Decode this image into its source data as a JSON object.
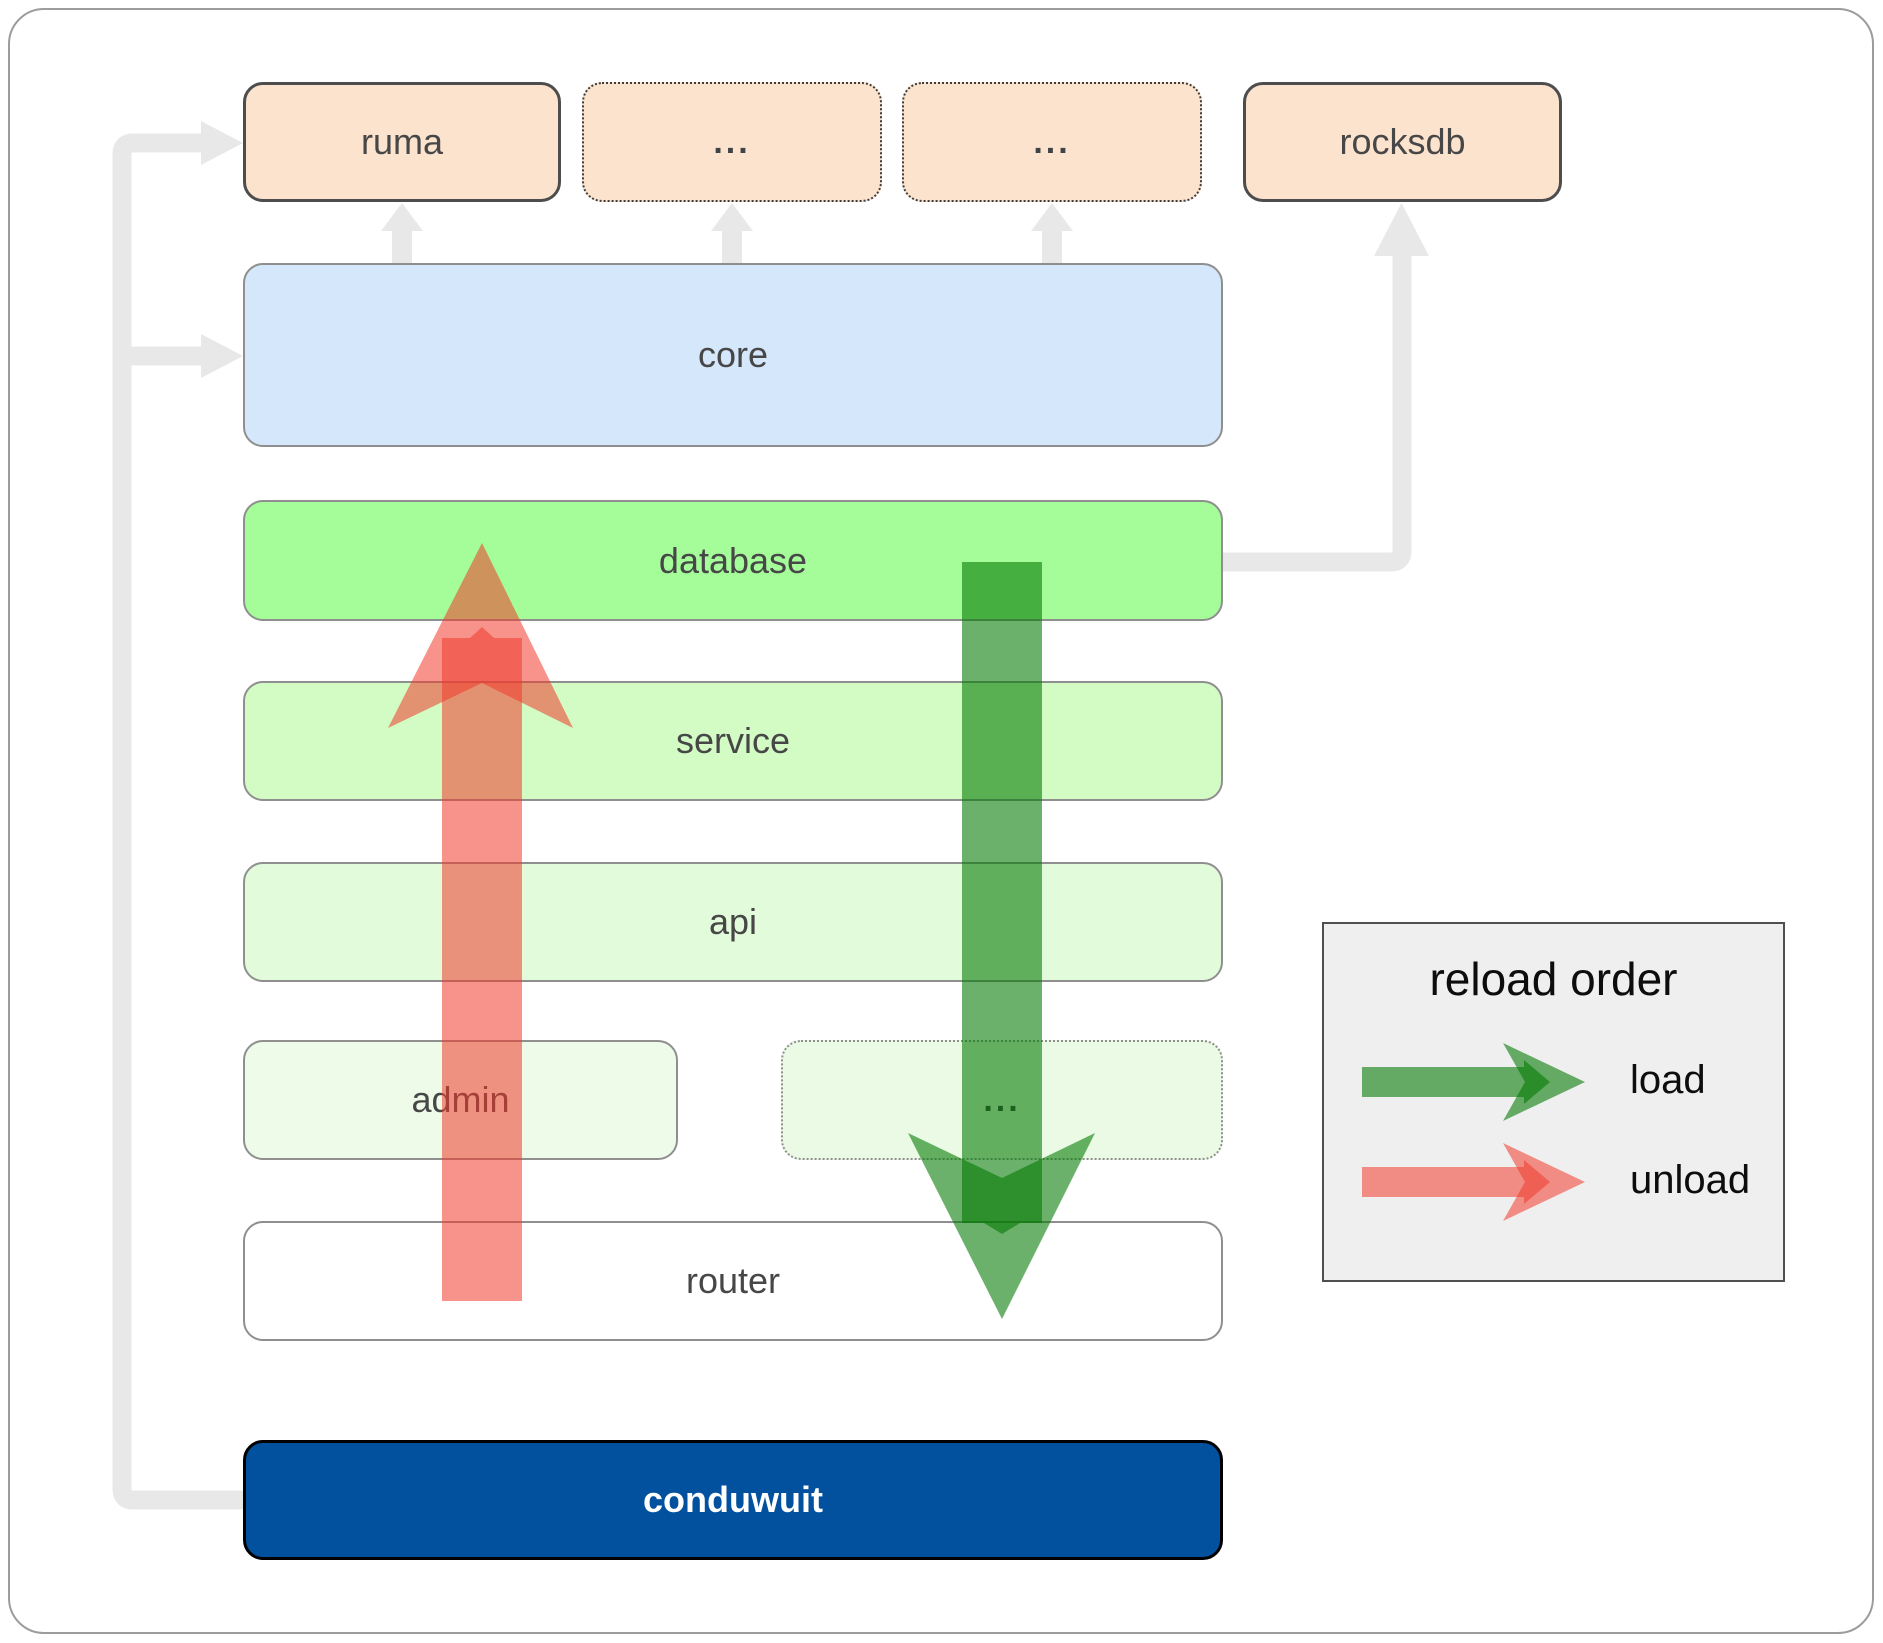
{
  "nodes": {
    "ruma": "ruma",
    "top_dots_1": "...",
    "top_dots_2": "...",
    "rocksdb": "rocksdb",
    "core": "core",
    "database": "database",
    "service": "service",
    "api": "api",
    "admin": "admin",
    "admin_dots": "...",
    "router": "router",
    "conduwuit": "conduwuit"
  },
  "legend": {
    "title": "reload order",
    "load_label": "load",
    "unload_label": "unload"
  },
  "colors": {
    "load_green": "#007800",
    "unload_red": "#f13a2c",
    "connector_gray": "#e8e8e8",
    "peach_fill": "#fce3cd",
    "core_fill": "#d5e7fa",
    "database_fill": "#a4fd99",
    "service_fill": "#d3fcc5",
    "api_fill": "#e2fbdb",
    "admin_fill": "#edfbe8",
    "router_fill": "#ffffff",
    "conduwuit_fill": "#02519e",
    "legend_bg": "#efefef"
  }
}
